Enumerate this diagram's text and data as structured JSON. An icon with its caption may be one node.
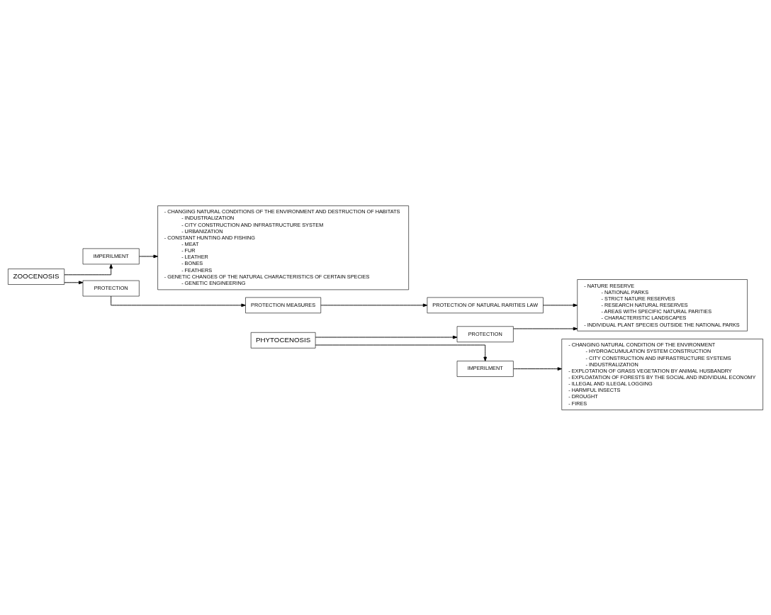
{
  "diagram": {
    "nodes": [
      {
        "text": [
          "ZOOCENOSIS"
        ]
      },
      {
        "text": [
          "IMPERILMENT"
        ]
      },
      {
        "text": [
          "PROTECTION"
        ]
      },
      {
        "text": [
          "PROTECTION MEASURES"
        ]
      },
      {
        "text": [
          "PROTECTION OF NATURAL RARITIES LAW"
        ]
      },
      {
        "text": [
          "- CHANGING NATURAL CONDITIONS OF THE ENVIRONMENT AND DESTRUCTION OF HABITATS",
          "- INDUSTRALIZATION",
          "- CITY CONSTRUCTION AND INFRASTRUCTURE SYSTEM",
          "- URBANIZATION",
          "- CONSTANT HUNTING AND FISHING",
          "- MEAT",
          "- FUR",
          "- LEATHER",
          "- BONES",
          "- FEATHERS",
          "- GENETIC CHANGES OF THE NATURAL CHARACTERISTICS OF CERTAIN SPECIES",
          "- GENETIC ENGINEERING"
        ]
      },
      {
        "text": [
          "- NATURE RESERVE",
          "- NATIONAL PARKS",
          "- STRICT NATURE RESERVES",
          "- RESEARCH NATURAL RESERVES",
          "- AREAS WITH SPECIFIC NATURAL PARITIES",
          "- CHARACTERISTIC LANDSCAPES",
          "- INDIVIDUAL PLANT SPECIES OUTSIDE THE NATIONAL PARKS"
        ]
      },
      {
        "text": [
          "PHYTOCENOSIS"
        ]
      },
      {
        "text": [
          "IMPERILMENT"
        ]
      },
      {
        "text": [
          "PROTECTION"
        ]
      },
      {
        "text": [
          "- CHANGING NATURAL CONDITION OF THE ENVIRONMENT",
          "- HYDROACUMULATION SYSTEM CONSTRUCTION",
          "- CITY CONSTRUCTION AND INFRASTRUCTURE SYSTEMS",
          "- INDUSTRALIZATION",
          "- EXPLOTATION OF GRASS VEGETATION BY ANIMAL HUSBANDRY",
          "- EXPLOATATION OF FORESTS BY THE SOCIAL AND INDIVIDUAL ECONOMY",
          "- ILLEGAL AND ILLEGAL LOGGING",
          "- HARMFUL INSECTS",
          "- DROUGHT",
          "- FIRES"
        ]
      }
    ],
    "edges": [
      {
        "from": 0,
        "to": 1,
        "arrow": "to"
      },
      {
        "from": 0,
        "to": 2,
        "arrow": "to"
      },
      {
        "from": 2,
        "to": 3,
        "arrow": "to"
      },
      {
        "from": 3,
        "to": 4,
        "arrow": "to"
      },
      {
        "from": 1,
        "to": 5,
        "arrow": "to"
      },
      {
        "from": 4,
        "to": 6,
        "arrow": "to"
      },
      {
        "from": 9,
        "to": 6,
        "arrow": "to"
      },
      {
        "from": 7,
        "to": 8,
        "arrow": "to"
      },
      {
        "from": 7,
        "to": 9,
        "arrow": "to"
      },
      {
        "from": 8,
        "to": 10,
        "arrow": "to"
      }
    ]
  }
}
